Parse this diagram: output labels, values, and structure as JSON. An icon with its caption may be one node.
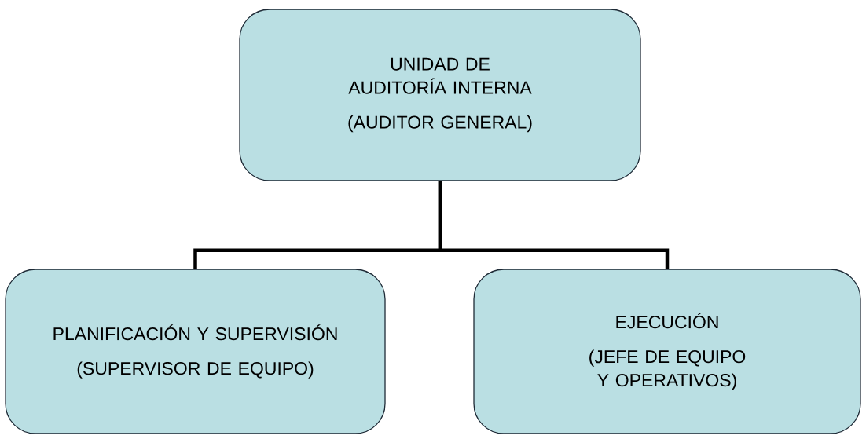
{
  "diagram": {
    "nodes": [
      {
        "text": [
          "UNIDAD DE AUDITORÍA INTERNA",
          "(AUDITOR GENERAL)"
        ]
      },
      {
        "text": [
          "PLANIFICACIÓN Y SUPERVISIÓN",
          "(SUPERVISOR DE EQUIPO)"
        ]
      },
      {
        "text": [
          "EJECUCIÓN",
          "(JEFE DE EQUIPO Y OPERATIVOS)"
        ]
      }
    ],
    "edges": [
      {
        "from": 0,
        "to": 1,
        "arrow": "none"
      },
      {
        "from": 0,
        "to": 2,
        "arrow": "none"
      }
    ]
  }
}
